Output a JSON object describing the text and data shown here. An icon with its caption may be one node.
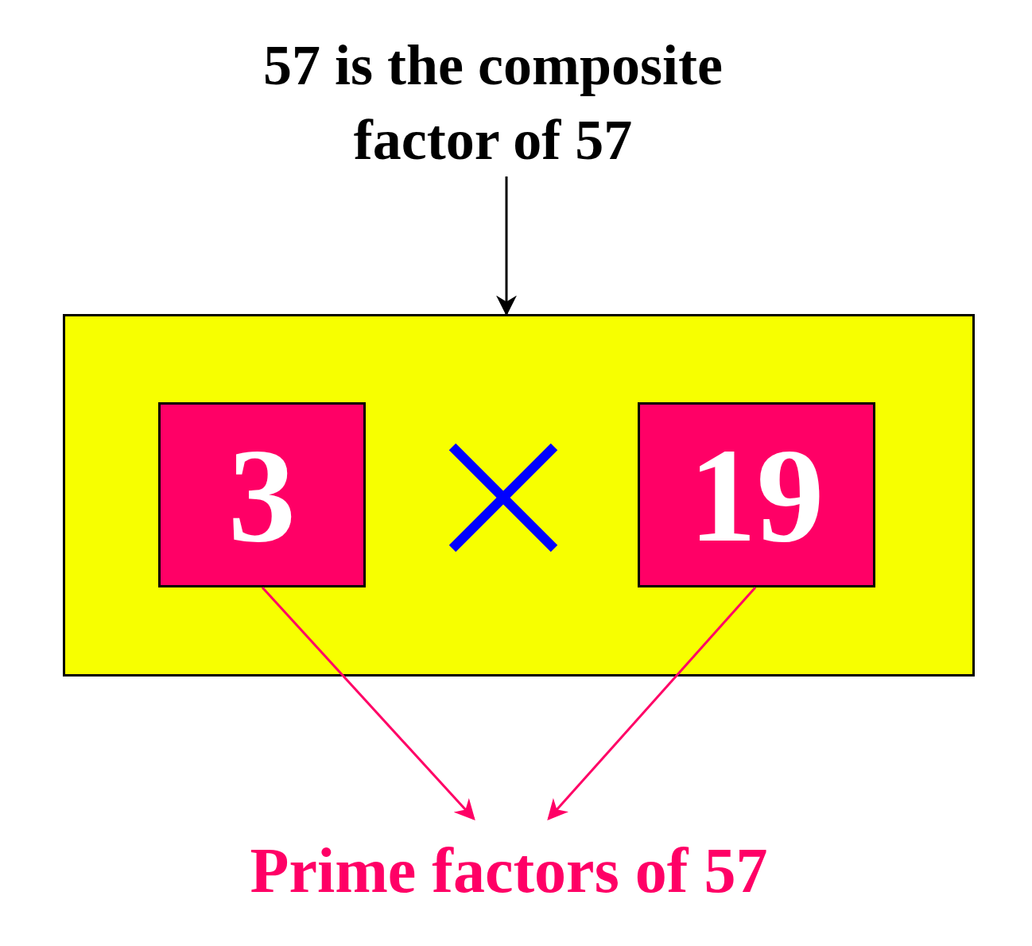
{
  "diagram": {
    "nodes": [
      {
        "text": [
          "57 is the composite factor of 57"
        ]
      },
      {
        "text": [],
        "shape": "box"
      },
      {
        "text": [
          "3"
        ],
        "in": 1
      },
      {
        "text": [
          "19"
        ],
        "in": 1
      },
      {
        "text": [
          "Prime factors of 57"
        ]
      }
    ],
    "edges": [
      {
        "from": 0,
        "to": 1,
        "arrow": "to",
        "color": "#000000"
      },
      {
        "from": 2,
        "to": 4,
        "arrow": "to"
      },
      {
        "from": 3,
        "to": 4,
        "arrow": "to"
      }
    ]
  }
}
